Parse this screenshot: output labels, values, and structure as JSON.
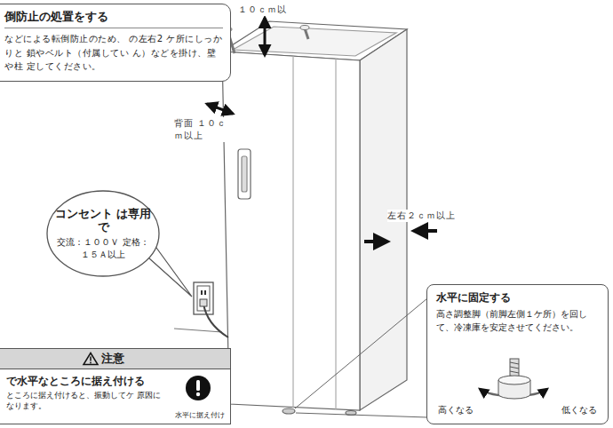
{
  "diagram": {
    "nodes": [
      {
        "text": [
          "倒防止の処置をする",
          "などによる転倒防止のため、 の左右2 ケ所にしっかりと 鎖やベルト（付属してい ん）などを掛け、壁や柱 定してください。"
        ]
      },
      {
        "text": [
          "コンセント は専用で",
          "交流：１００Ｖ 定格：１５Ａ以上"
        ]
      },
      {
        "text": [
          "注意",
          "で水平なところに据え付ける",
          "ところに据え付けると、振動してケ 原因になります。",
          "水平に据え付け"
        ]
      },
      {
        "text": [
          "水平に固定する",
          "高さ調整脚（前脚左側１ケ所）を回して、冷凍庫を安定させてください。",
          "高くなる",
          "低くなる"
        ]
      }
    ],
    "labels": [
      "１０ｃｍ以",
      "背面 １０ｃｍ以上",
      "左右２ｃｍ以上"
    ]
  }
}
